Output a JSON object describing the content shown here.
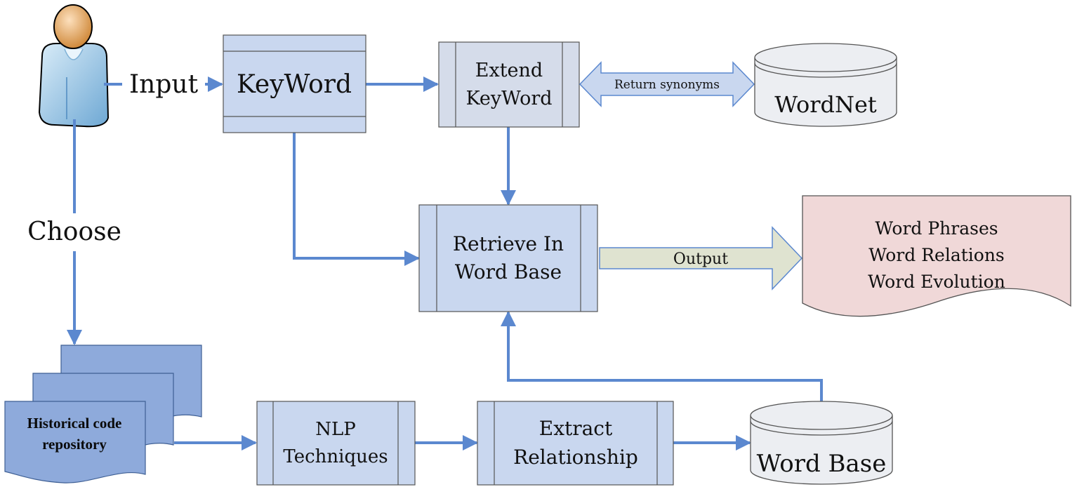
{
  "user": {
    "icon": "user-icon",
    "input_label": "Input",
    "choose_label": "Choose"
  },
  "keyword": {
    "label": "KeyWord"
  },
  "extend": {
    "line1": "Extend",
    "line2": "KeyWord"
  },
  "synonyms": {
    "label": "Return synonyms"
  },
  "wordnet": {
    "label": "WordNet"
  },
  "retrieve": {
    "line1": "Retrieve In",
    "line2": "Word Base"
  },
  "output": {
    "arrow_label": "Output",
    "lines": [
      "Word Phrases",
      "Word Relations",
      "Word Evolution"
    ]
  },
  "repository": {
    "line1": "Historical code",
    "line2": "repository"
  },
  "nlp": {
    "line1": "NLP",
    "line2": "Techniques"
  },
  "extract": {
    "line1": "Extract",
    "line2": "Relationship"
  },
  "wordbase": {
    "label": "Word Base"
  },
  "colors": {
    "process_fill": "#c9d7ef",
    "process_fill_gray": "#d5dcea",
    "arrow": "#5b88cf",
    "db_fill": "#eceef2",
    "output_fill": "#f0d8d8",
    "output_arrow_fill": "#dfe3d0",
    "repo_fill": "#8eaadb"
  }
}
